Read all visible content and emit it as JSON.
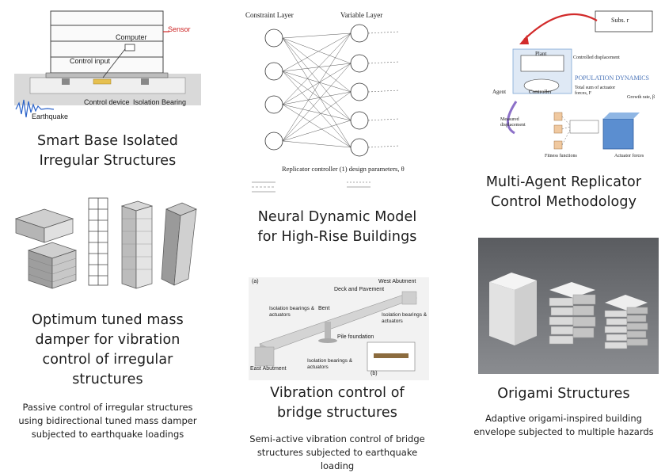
{
  "cards": [
    {
      "title_lines": [
        "Smart Base Isolated",
        "Irregular Structures"
      ],
      "figure_labels": {
        "sensor": "Sensor",
        "computer": "Computer",
        "control_input": "Control input",
        "control_device": "Control device",
        "isolation_bearing": "Isolation Bearing",
        "earthquake": "Earthquake"
      }
    },
    {
      "title_lines": [
        "Neural Dynamic Model",
        "for High-Rise Buildings"
      ],
      "figure_labels": {
        "constraint_layer": "Constraint Layer",
        "variable_layer": "Variable Layer",
        "caption": "Replicator controller (1) design parameters, θ"
      }
    },
    {
      "title_lines": [
        "Multi-Agent Replicator",
        "Control Methodology"
      ],
      "figure_labels": {
        "population_dynamics": "POPULATION DYNAMICS",
        "plant": "Plant",
        "controller": "Controller",
        "agent": "Agent",
        "subs": "Subs. r",
        "measured_displacement": "Measured displacement",
        "fitness_functions": "Fitness functions",
        "actuator_forces": "Actuator forces",
        "total_sum": "Total sum of actuator forces, F",
        "growth_rate": "Growth rate, β",
        "controlled_displacement": "Controlled displacement"
      }
    },
    {
      "title_lines": [
        "Optimum tuned mass",
        "damper for vibration",
        "control of irregular",
        "structures"
      ],
      "desc_lines": [
        "Passive control of irregular structures",
        "using bidirectional tuned mass damper",
        "subjected to earthquake loadings"
      ]
    },
    {
      "title_lines": [
        "Vibration control of",
        "bridge structures"
      ],
      "desc_lines": [
        "Semi-active vibration control of bridge",
        "structures subjected to earthquake",
        "loading"
      ],
      "figure_labels": {
        "panel_a": "(a)",
        "panel_b": "(b)",
        "west_abutment": "West Abutment",
        "deck": "Deck and Pavement",
        "bent": "Bent",
        "iso_left": "Isolation bearings & actuators",
        "iso_right": "Isolation bearings & actuators",
        "iso_bottom": "Isolation bearings & actuators",
        "pile": "Pile foundation",
        "east_abutment": "East Abutment"
      }
    },
    {
      "title_lines": [
        "Origami Structures"
      ],
      "desc_lines": [
        "Adaptive origami-inspired building",
        "envelope subjected to multiple hazards"
      ]
    }
  ],
  "colors": {
    "text": "#1c1c1c",
    "accent_red": "#d22b2b",
    "diagram_blue": "#7fa7d6",
    "model_gray": "#9a9a9a"
  }
}
